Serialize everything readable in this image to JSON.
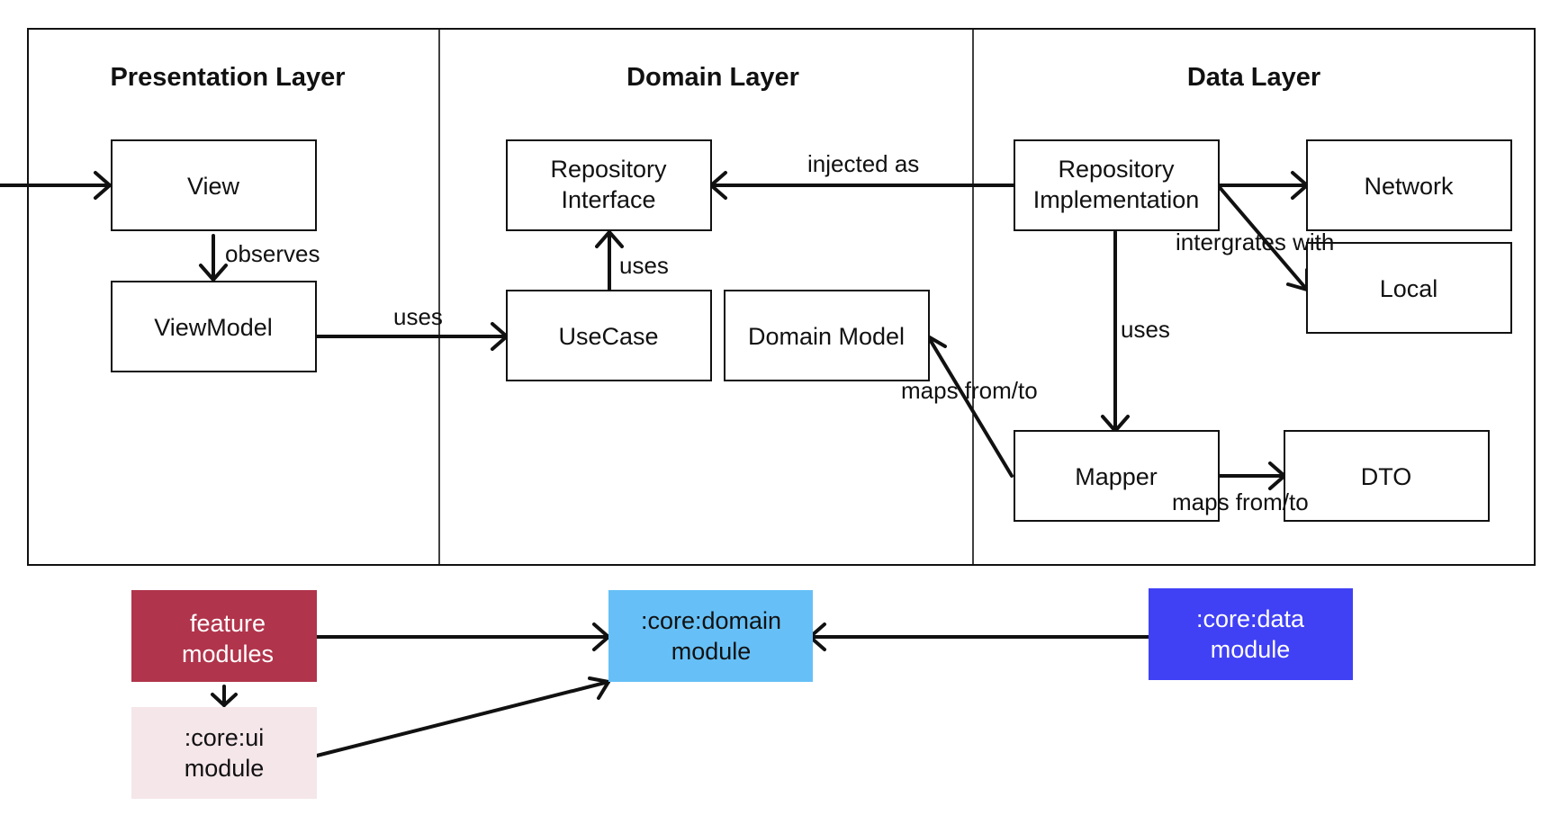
{
  "colors": {
    "stroke": "#111111",
    "feature_module": "#B0344B",
    "core_ui_module": "#F5E6EA",
    "core_domain_module": "#66C0F7",
    "core_data_module": "#4040F5",
    "text_dark": "#111111",
    "text_light": "#FFFFFF"
  },
  "layers": {
    "presentation": "Presentation Layer",
    "domain": "Domain Layer",
    "data": "Data Layer"
  },
  "nodes": {
    "view": [
      "View"
    ],
    "viewmodel": [
      "ViewModel"
    ],
    "repo_interface": [
      "Repository",
      "Interface"
    ],
    "usecase": [
      "UseCase"
    ],
    "domain_model": [
      "Domain Model"
    ],
    "repo_impl": [
      "Repository",
      "Implementation"
    ],
    "network": [
      "Network"
    ],
    "local": [
      "Local"
    ],
    "mapper": [
      "Mapper"
    ],
    "dto": [
      "DTO"
    ]
  },
  "edge_labels": {
    "observes": "observes",
    "vm_uses": "uses",
    "uc_uses": "uses",
    "injected_as": "injected as",
    "integrates_with": "intergrates with",
    "impl_uses": "uses",
    "maps_domain": "maps from/to",
    "maps_dto": "maps from/to"
  },
  "modules": {
    "feature": [
      "feature",
      "modules"
    ],
    "core_ui": [
      ":core:ui",
      "module"
    ],
    "core_domain": [
      ":core:domain",
      "module"
    ],
    "core_data": [
      ":core:data",
      "module"
    ]
  }
}
